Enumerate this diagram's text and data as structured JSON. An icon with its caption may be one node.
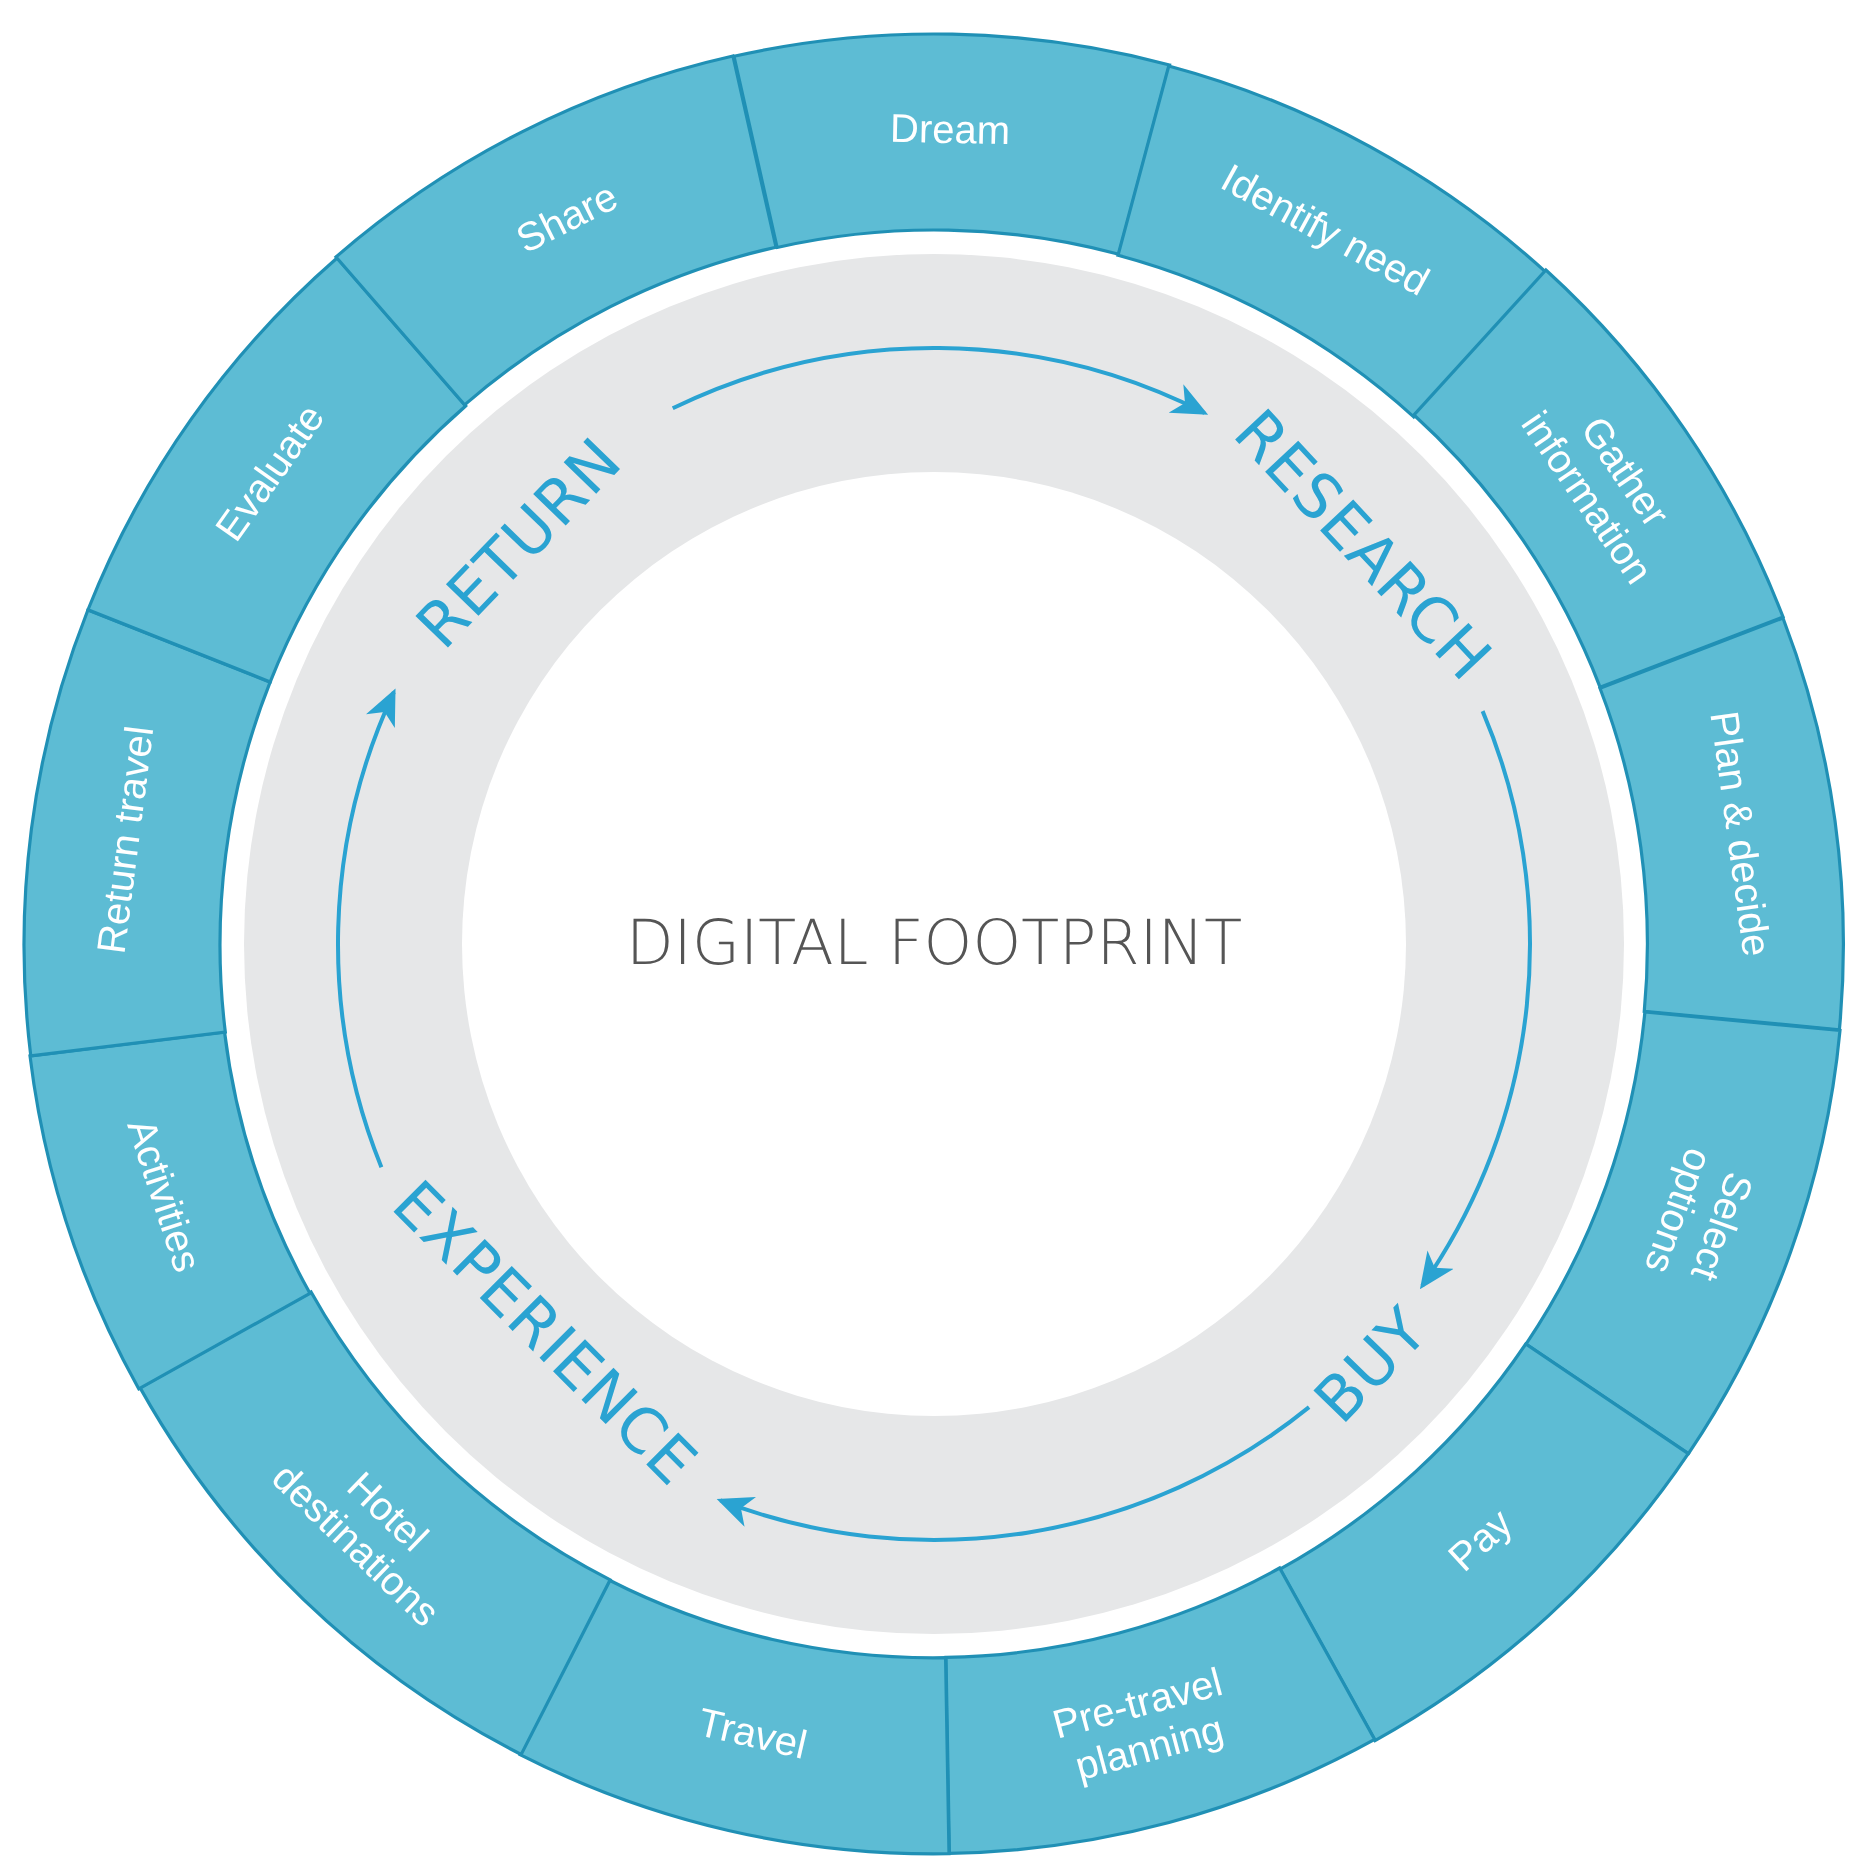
{
  "diagram": {
    "nodes": [
      {
        "text": [
          "Dream"
        ]
      },
      {
        "text": [
          "Identify need"
        ]
      },
      {
        "text": [
          "Gather information"
        ]
      },
      {
        "text": [
          "Plan & decide"
        ]
      },
      {
        "text": [
          "Select options"
        ]
      },
      {
        "text": [
          "Pay"
        ]
      },
      {
        "text": [
          "Pre-travel planning"
        ]
      },
      {
        "text": [
          "Travel"
        ]
      },
      {
        "text": [
          "Hotel destinations"
        ]
      },
      {
        "text": [
          "Activities"
        ]
      },
      {
        "text": [
          "Return travel"
        ]
      },
      {
        "text": [
          "Evaluate"
        ]
      },
      {
        "text": [
          "Share"
        ]
      },
      {
        "text": [
          "DIGITAL FOOTPRINT"
        ]
      },
      {
        "text": [
          "RETURN"
        ]
      },
      {
        "text": [
          "RESEARCH"
        ]
      },
      {
        "text": [
          "BUY"
        ]
      },
      {
        "text": [
          "EXPERIENCE"
        ]
      }
    ],
    "edges": [
      {
        "from": 14,
        "to": 15,
        "arrow": "to"
      },
      {
        "from": 15,
        "to": 16,
        "arrow": "to"
      },
      {
        "from": 16,
        "to": 17,
        "arrow": "to"
      },
      {
        "from": 17,
        "to": 14,
        "arrow": "to"
      }
    ]
  }
}
